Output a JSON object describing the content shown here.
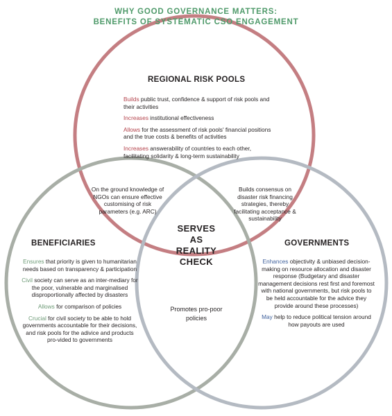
{
  "title": {
    "line1": "WHY GOOD GOVERNANCE MATTERS:",
    "line2": "BENEFITS OF SYSTEMATIC CSO ENGAGEMENT"
  },
  "colors": {
    "title": "#4f9a6a",
    "risk_pools_circle": "#c47e82",
    "beneficiaries_circle": "#a8aea6",
    "governments_circle": "#b4bac2",
    "risk_pools_keyword": "#b3414a",
    "beneficiaries_keyword": "#6d9a76",
    "governments_keyword": "#3d5f9b"
  },
  "risk_pools": {
    "heading": "REGIONAL RISK POOLS",
    "items": [
      {
        "keyword": "Builds",
        "text": " public trust, confidence & support of risk pools and their activities"
      },
      {
        "keyword": "Increases",
        "text": " institutional effectiveness"
      },
      {
        "keyword": "Allows",
        "text": " for the assessment of risk pools' financial positions and the true costs & benefits of activities"
      },
      {
        "keyword": "Increases",
        "text": " answerability of countries to each other, facilitating solidarity & long-term sustainability"
      }
    ]
  },
  "overlap_risk_beneficiaries": "On the ground knowledge of NGOs can ensure effective customising of risk parameters (e.g. ARC)",
  "overlap_risk_governments": "Builds consensus on disaster risk financing strategies, thereby facilitating acceptance & sustainability",
  "center": {
    "line1": "SERVES",
    "line2": "AS",
    "line3": "REALITY",
    "line4": "CHECK"
  },
  "beneficiaries": {
    "heading": "BENEFICIARIES",
    "items": [
      {
        "keyword": "Ensures",
        "text": " that priority is given to humanitarian needs based on transparency & participation"
      },
      {
        "keyword": "Civil",
        "text": " society can serve as an inter-mediary for the poor, vulnerable and marginalised disproportionally affected by disasters"
      },
      {
        "keyword": "Allows",
        "text": " for comparison of policies"
      },
      {
        "keyword": "Crucial",
        "text": " for civil society to be able to hold governments accountable for their decisions, and risk pools for the adivice and products pro-vided to governments"
      }
    ]
  },
  "overlap_beneficiaries_governments": "Promotes pro-poor policies",
  "governments": {
    "heading": "GOVERNMENTS",
    "items": [
      {
        "keyword": "Enhances",
        "text": " objectivity & unbiased decision-making on resource allocation and disaster response (Budgetary and disaster management decisions rest first and foremost with national governments, but risk pools to be held accountable for the advice they provide around these processes)"
      },
      {
        "keyword": "May",
        "text": " help to reduce political tension around how payouts are used"
      }
    ]
  }
}
